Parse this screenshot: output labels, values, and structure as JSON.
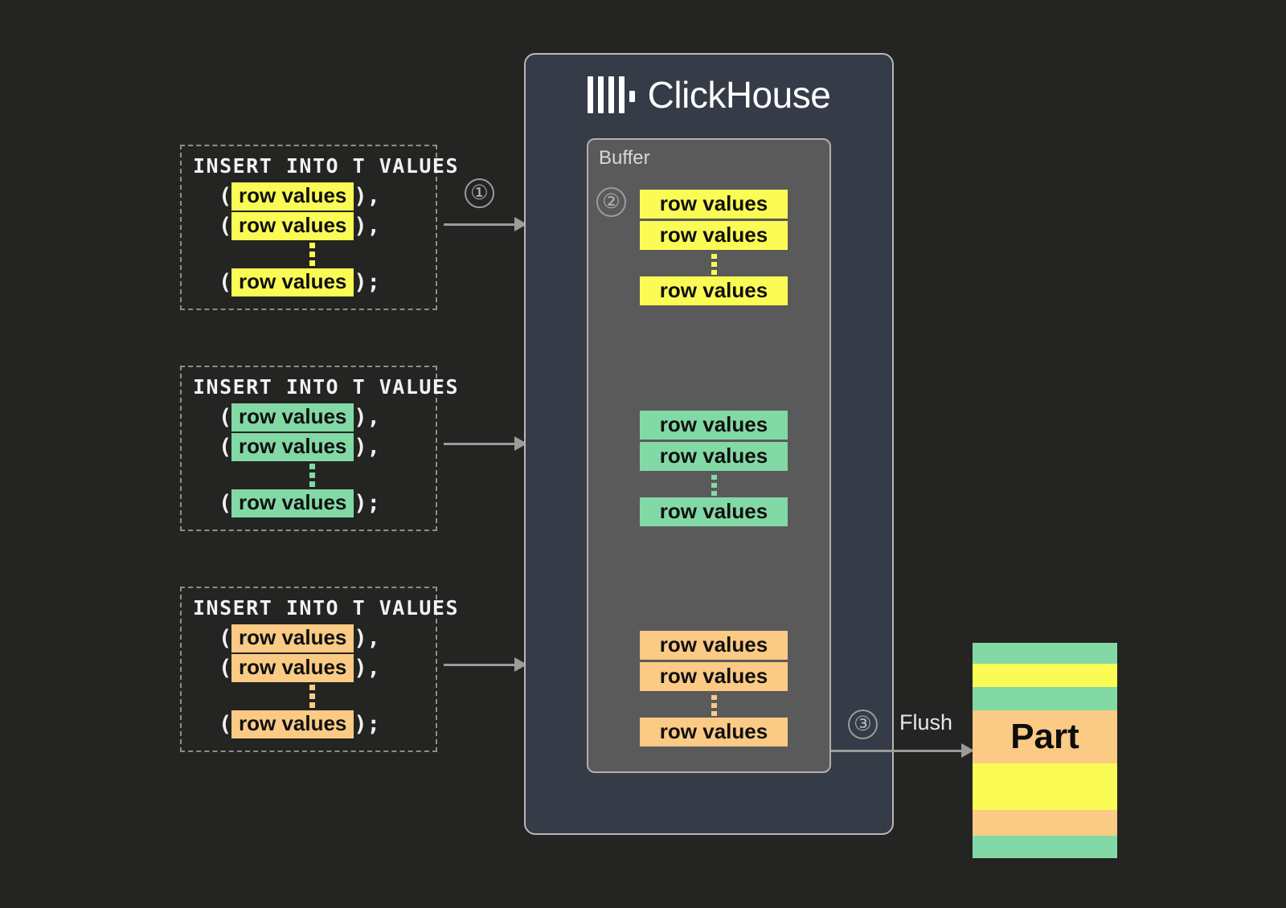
{
  "page": {
    "background": "#242422",
    "title": "ClickHouse insert buffering and flush diagram"
  },
  "statements": [
    {
      "id": "stmt-1",
      "header": "INSERT INTO T VALUES",
      "color": "#fbfb55",
      "color_name": "yellow",
      "lines": [
        {
          "open": "(",
          "chip": "row values",
          "close": "),"
        },
        {
          "open": "(",
          "chip": "row values",
          "close": "),"
        },
        {
          "open": "(",
          "chip": "row values",
          "close": ");"
        }
      ],
      "ellipsis": "vertical-ellipsis"
    },
    {
      "id": "stmt-2",
      "header": "INSERT INTO T VALUES",
      "color": "#82d9a5",
      "color_name": "green",
      "lines": [
        {
          "open": "(",
          "chip": "row values",
          "close": "),"
        },
        {
          "open": "(",
          "chip": "row values",
          "close": "),"
        },
        {
          "open": "(",
          "chip": "row values",
          "close": ");"
        }
      ],
      "ellipsis": "vertical-ellipsis"
    },
    {
      "id": "stmt-3",
      "header": "INSERT INTO T VALUES",
      "color": "#fbca84",
      "color_name": "orange",
      "lines": [
        {
          "open": "(",
          "chip": "row values",
          "close": "),"
        },
        {
          "open": "(",
          "chip": "row values",
          "close": "),"
        },
        {
          "open": "(",
          "chip": "row values",
          "close": ");"
        }
      ],
      "ellipsis": "vertical-ellipsis"
    }
  ],
  "steps": {
    "insert": "①",
    "buffer": "②",
    "flush": "③",
    "flush_label": "Flush"
  },
  "clickhouse": {
    "title": "ClickHouse",
    "logo": "clickhouse-logo",
    "panel_color": "#353b47",
    "border_color": "#b8b8b8"
  },
  "buffer": {
    "label": "Buffer",
    "background": "#5a5a5a",
    "groups": [
      {
        "id": "buffer-group-yellow",
        "color": "#fbfb55",
        "color_name": "yellow",
        "rows": [
          "row values",
          "row values",
          "row values"
        ],
        "ellipsis": "vertical-ellipsis"
      },
      {
        "id": "buffer-group-green",
        "color": "#82d9a5",
        "color_name": "green",
        "rows": [
          "row values",
          "row values",
          "row values"
        ],
        "ellipsis": "vertical-ellipsis"
      },
      {
        "id": "buffer-group-orange",
        "color": "#fbca84",
        "color_name": "orange",
        "rows": [
          "row values",
          "row values",
          "row values"
        ],
        "ellipsis": "vertical-ellipsis"
      }
    ]
  },
  "part": {
    "label": "Part",
    "stripes": [
      {
        "color": "#82d9a5",
        "color_name": "green",
        "height": 26
      },
      {
        "color": "#fbfb55",
        "color_name": "yellow",
        "height": 29
      },
      {
        "color": "#82d9a5",
        "color_name": "green",
        "height": 29
      },
      {
        "color": "#fbca84",
        "color_name": "orange",
        "height": 66
      },
      {
        "color": "#fbfb55",
        "color_name": "yellow",
        "height": 58
      },
      {
        "color": "#fbca84",
        "color_name": "orange",
        "height": 32
      },
      {
        "color": "#82d9a5",
        "color_name": "green",
        "height": 28
      }
    ]
  }
}
